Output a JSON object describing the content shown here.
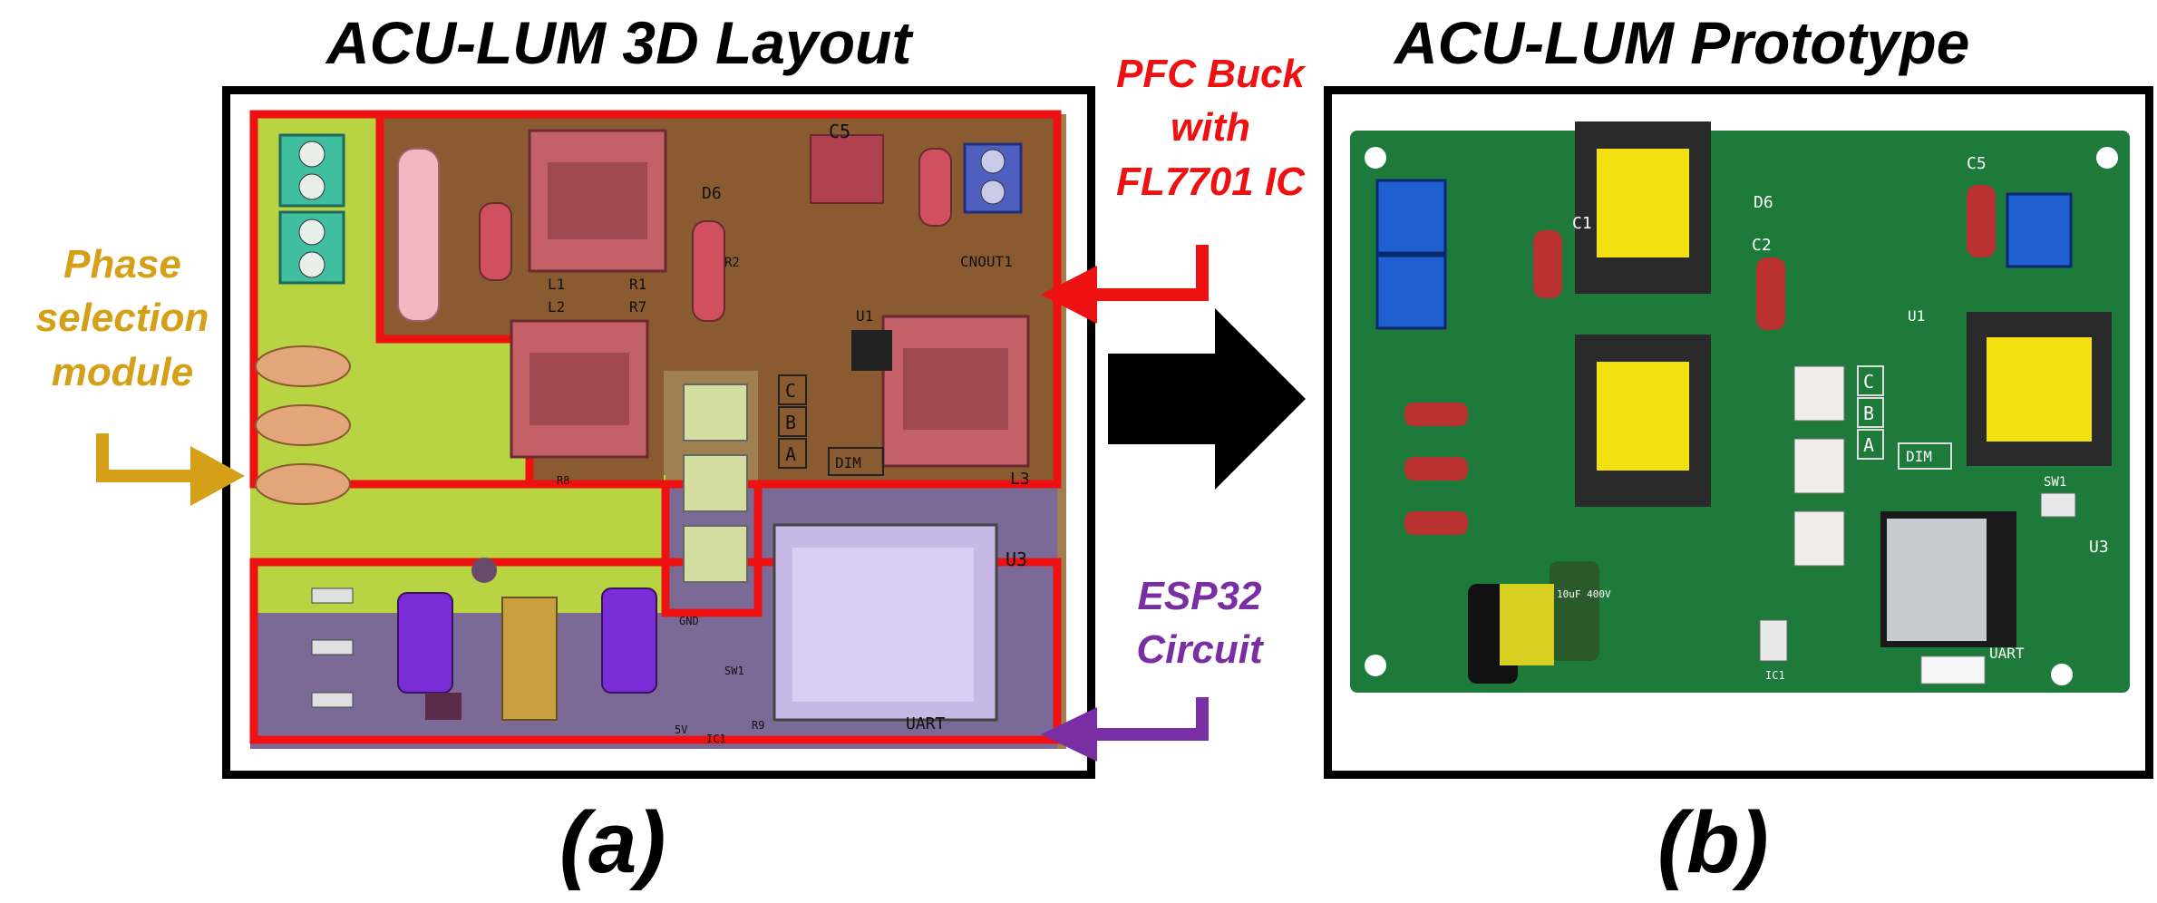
{
  "panel_a": {
    "title": "ACU-LUM 3D Layout",
    "caption": "(a)",
    "board_labels": {
      "c5": "C5",
      "d6": "D6",
      "r1": "R1",
      "r2": "R2",
      "r7": "R7",
      "r8": "R8",
      "l1": "L1",
      "l2": "L2",
      "l3": "L3",
      "u1": "U1",
      "u3": "U3",
      "cnout1": "CNOUT1",
      "dim": "DIM",
      "c_letter": "C",
      "b_letter": "B",
      "a_letter": "A",
      "uart": "UART",
      "sw1": "SW1",
      "ic1": "IC1",
      "gnd": "GND",
      "v5": "5V",
      "r9": "R9"
    }
  },
  "panel_b": {
    "title": "ACU-LUM Prototype",
    "caption": "(b)",
    "board_labels": {
      "c1": "C1",
      "c2": "C2",
      "c5": "C5",
      "d6": "D6",
      "u1": "U1",
      "u3": "U3",
      "sw1": "SW1",
      "dim": "DIM",
      "c_letter": "C",
      "b_letter": "B",
      "a_letter": "A",
      "uart": "UART",
      "ic1": "IC1",
      "cap_print": "10uF 400V"
    }
  },
  "annotations": {
    "pfc_line1": "PFC Buck",
    "pfc_line2": "with",
    "pfc_line3": "FL7701 IC",
    "phase_line1": "Phase",
    "phase_line2": "selection",
    "phase_line3": "module",
    "esp_line1": "ESP32",
    "esp_line2": "Circuit"
  },
  "colors": {
    "pfc_label": "#ee1111",
    "phase_label": "#d4a017",
    "esp_label": "#7a2ea3",
    "region_outline": "#ee1111",
    "pcb_green": "#1d7a3a"
  }
}
